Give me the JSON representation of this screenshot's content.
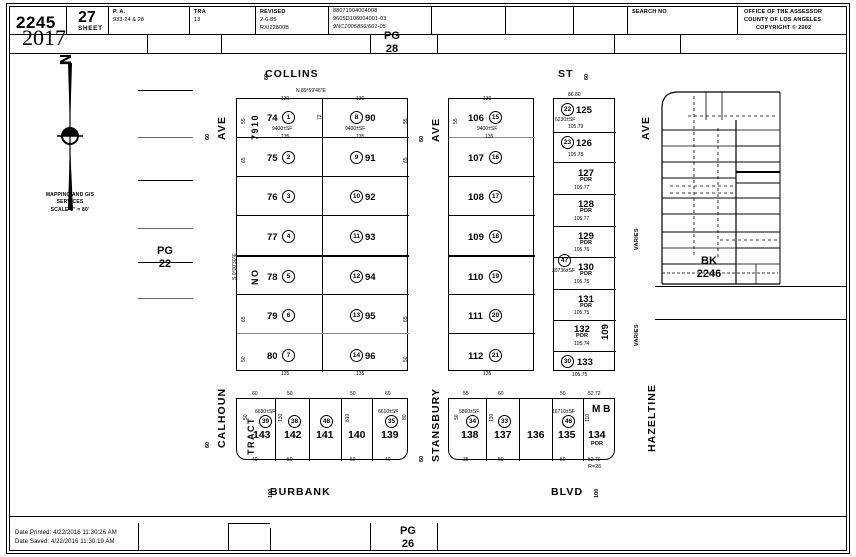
{
  "header": {
    "book_number": "2245",
    "sheet_number": "27",
    "sheet_label": "SHEET",
    "pa_label": "P. A.",
    "pa_value": "933-24 & 28",
    "tra_label": "TRA",
    "tra_value": "13",
    "revised_label": "REVISED",
    "revised_date": "2-6-85",
    "revised_code": "RXI22800B",
    "codes": [
      "88071904004008",
      "9605D106004001-03",
      "9NC1005856/601-05"
    ],
    "search_no_label": "SEARCH NO",
    "assessor_line1": "OFFICE OF THE ASSESSOR",
    "assessor_line2": "COUNTY OF LOS ANGELES",
    "assessor_line3": "COPYRIGHT © 2002",
    "handwritten": "2017"
  },
  "footer": {
    "date_printed": "Date Printed: 4/22/2016 11:30:26 AM",
    "date_saved": "Date Saved: 4/22/2016 11:30:19 AM",
    "page_label": "PG",
    "page_number": "26"
  },
  "page_refs": {
    "top": {
      "label": "PG",
      "number": "28"
    },
    "left": {
      "label": "PG",
      "number": "22"
    },
    "book_right": {
      "label": "BK",
      "number": "2246"
    }
  },
  "compass": {
    "north_letter": "N",
    "caption_line1": "MAPPING AND GIS",
    "caption_line2": "SERVICES",
    "caption_line3": "SCALE 1\" = 80'"
  },
  "streets": {
    "top_left_name": "COLLINS",
    "top_right_name": "ST",
    "bottom_left_name": "BURBANK",
    "bottom_right_name": "BLVD",
    "vertical": [
      {
        "name": "CALHOUN",
        "suffix": "AVE",
        "width": "60"
      },
      {
        "name": "STANSBURY",
        "suffix": "AVE",
        "width": "60"
      },
      {
        "name": "HAZELTINE",
        "suffix": "AVE",
        "width": "VARIES"
      }
    ]
  },
  "tract": {
    "label": "TRACT",
    "no_label": "NO",
    "number": "7910",
    "bearing_top": "N 89°59'46\"E",
    "bearing_left": "S 0°00'30\"E"
  },
  "blocks": {
    "block1": {
      "top_dims": [
        "130",
        "130"
      ],
      "bottom_dims": [
        "135",
        "135"
      ],
      "left_col": [
        {
          "parcel": "74",
          "lot": "1",
          "area": "9400±SF",
          "sub_dim": "135",
          "side_dim": "55"
        },
        {
          "parcel": "75",
          "lot": "2",
          "side_dim": "65"
        },
        {
          "parcel": "76",
          "lot": "3",
          "side_dim": ""
        },
        {
          "parcel": "77",
          "lot": "4",
          "side_dim": ""
        },
        {
          "parcel": "78",
          "lot": "5",
          "side_dim": ""
        },
        {
          "parcel": "79",
          "lot": "6",
          "side_dim": "65"
        },
        {
          "parcel": "80",
          "lot": "7",
          "side_dim": "50"
        }
      ],
      "right_col": [
        {
          "parcel": "90",
          "lot": "8",
          "area": "9400±SF",
          "sub_dim": "135",
          "side_dim": "55"
        },
        {
          "parcel": "91",
          "lot": "9",
          "side_dim": "65"
        },
        {
          "parcel": "92",
          "lot": "10",
          "side_dim": ""
        },
        {
          "parcel": "93",
          "lot": "11",
          "side_dim": ""
        },
        {
          "parcel": "94",
          "lot": "12",
          "side_dim": ""
        },
        {
          "parcel": "95",
          "lot": "13",
          "side_dim": "65"
        },
        {
          "parcel": "96",
          "lot": "14",
          "side_dim": "50"
        }
      ],
      "mid_dim": "72"
    },
    "block2": {
      "top_dim": "130",
      "bottom_dim": "135",
      "col": [
        {
          "parcel": "106",
          "lot": "15",
          "area": "9400±SF",
          "sub_dim": "135"
        },
        {
          "parcel": "107",
          "lot": "16"
        },
        {
          "parcel": "108",
          "lot": "17"
        },
        {
          "parcel": "109",
          "lot": "18"
        },
        {
          "parcel": "110",
          "lot": "19"
        },
        {
          "parcel": "111",
          "lot": "20"
        },
        {
          "parcel": "112",
          "lot": "21"
        }
      ]
    },
    "block3": {
      "top_dim": "86.80",
      "col": [
        {
          "parcel": "125",
          "lot": "22",
          "area": "6230±SF",
          "below_dim": "105.79"
        },
        {
          "parcel": "126",
          "lot": "23",
          "below_dim": "105.78"
        },
        {
          "parcel": "127",
          "suffix": "POR",
          "below_dim": "105.77"
        },
        {
          "parcel": "128",
          "suffix": "POR",
          "below_dim": "105.77"
        },
        {
          "parcel": "129",
          "suffix": "POR",
          "below_dim": "105.76"
        },
        {
          "parcel": "130",
          "suffix": "POR",
          "lot": "47",
          "area": "30736±SF",
          "below_dim": "105.75"
        },
        {
          "parcel": "131",
          "suffix": "POR",
          "below_dim": "105.75"
        },
        {
          "parcel": "132",
          "suffix": "POR",
          "below_dim": "105.74"
        },
        {
          "parcel": "133",
          "lot": "30",
          "below_dim": "105.75"
        }
      ],
      "side_label": "109"
    },
    "bottom_left_row": {
      "top_dims": [
        "60",
        "50",
        "",
        "50",
        "60"
      ],
      "bottom_dims": [
        "40",
        "50",
        "",
        "50",
        "40"
      ],
      "cells": [
        {
          "parcel": "143",
          "lot": "39",
          "area": "6630±SF",
          "left_dim": "50"
        },
        {
          "parcel": "142",
          "lot": "38",
          "left_dim": "130"
        },
        {
          "parcel": "141",
          "lot": "48"
        },
        {
          "parcel": "140",
          "left_dim": "810"
        },
        {
          "parcel": "139",
          "lot": "35",
          "area": "6610±SF",
          "left_dim": "80"
        }
      ]
    },
    "bottom_right_row": {
      "top_dims": [
        "55",
        "60",
        "",
        "50",
        "52.72"
      ],
      "bottom_dims": [
        "35",
        "50",
        "",
        "50",
        "52.70"
      ],
      "cells": [
        {
          "parcel": "138",
          "lot": "34",
          "area": "5860±SF",
          "left_dim": "50"
        },
        {
          "parcel": "137",
          "lot": "33",
          "left_dim": "130"
        },
        {
          "parcel": "136"
        },
        {
          "parcel": "135",
          "lot": "46",
          "area": "16710±SF",
          "left_dim": "110"
        },
        {
          "parcel": "134",
          "suffix": "POR",
          "mb_label": "M B"
        }
      ],
      "radius": "R=26"
    }
  },
  "right_detail": {
    "varies_label": "VARIES"
  }
}
